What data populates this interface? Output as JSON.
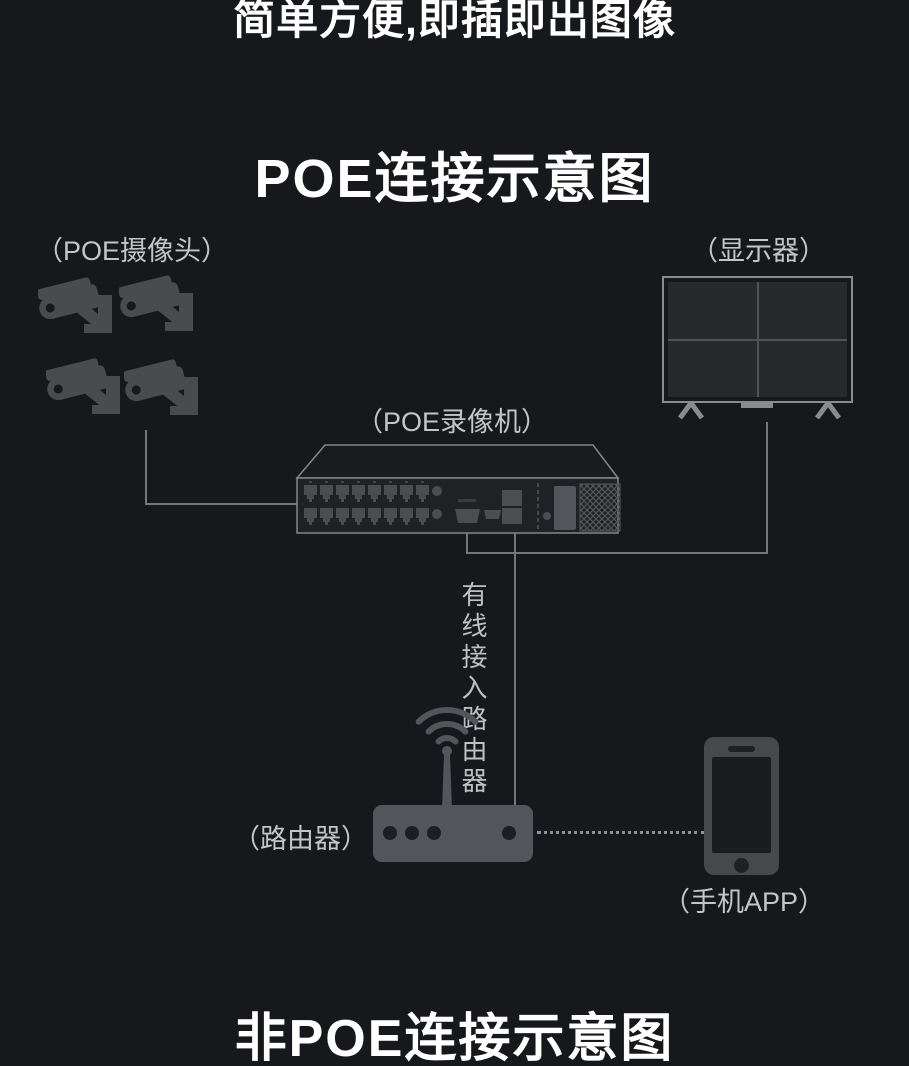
{
  "colors": {
    "background": "#17181c",
    "title_text": "#ffffff",
    "label_text": "#c4c5c8",
    "device_gray": "#4e4f53",
    "router_gray": "#54555a",
    "line_gray": "#75767b",
    "monitor_frame": "#8a8b8f"
  },
  "top_banner": {
    "text": "简单方便,即插即出图像"
  },
  "poe_diagram": {
    "title": "POE连接示意图",
    "camera_label": "（POE摄像头）",
    "monitor_label": "（显示器）",
    "nvr_label": "（POE录像机）",
    "router_label": "（路由器）",
    "phone_label": "（手机APP）",
    "wired_note": "有线接入路由器",
    "camera_count": 4,
    "nvr_port_rows": 2,
    "nvr_ports_per_row": 8
  },
  "non_poe_diagram": {
    "title": "非POE连接示意图"
  }
}
